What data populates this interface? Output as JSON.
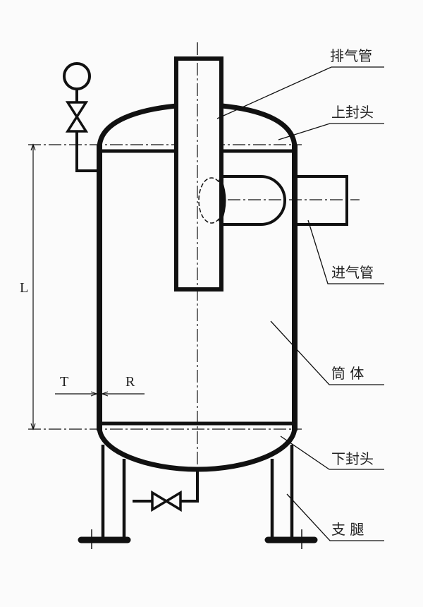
{
  "labels": {
    "exhaust_pipe": "排气管",
    "upper_head": "上封头",
    "inlet_pipe": "进气管",
    "shell": "筒 体",
    "lower_head": "下封头",
    "legs": "支 腿"
  },
  "dimensions": {
    "length": "L",
    "outer": "T",
    "inner": "R"
  },
  "colors": {
    "line": "#111111",
    "background": "#fbfbfb"
  }
}
